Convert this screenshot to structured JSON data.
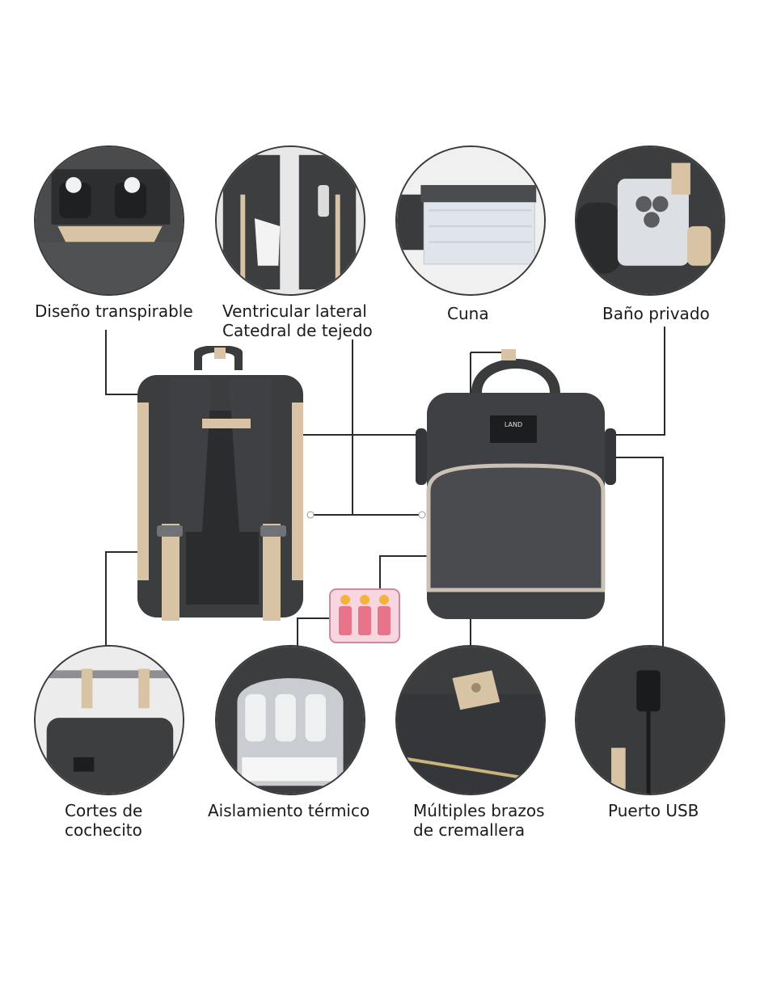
{
  "features": {
    "breathable": {
      "label": "Diseño transpirable"
    },
    "side_pockets": {
      "line1": "Ventricular lateral",
      "line2": "Catedral de tejedo"
    },
    "crib": {
      "label": "Cuna"
    },
    "private_pocket": {
      "label": "Baño privado"
    },
    "stroller_straps": {
      "line1": "Cortes de",
      "line2": "cochecito"
    },
    "thermal": {
      "label": "Aislamiento térmico"
    },
    "zipper_arms": {
      "line1": "Múltiples brazos",
      "line2": "de cremallera"
    },
    "usb": {
      "label": "Puerto USB"
    }
  },
  "bag_badge": {
    "brand": "LAND"
  },
  "colors": {
    "bag_body": "#3c3d3f",
    "strap_beige": "#d8c3a5",
    "zipper": "#c9c2b4",
    "line": "#2b2b2b"
  }
}
